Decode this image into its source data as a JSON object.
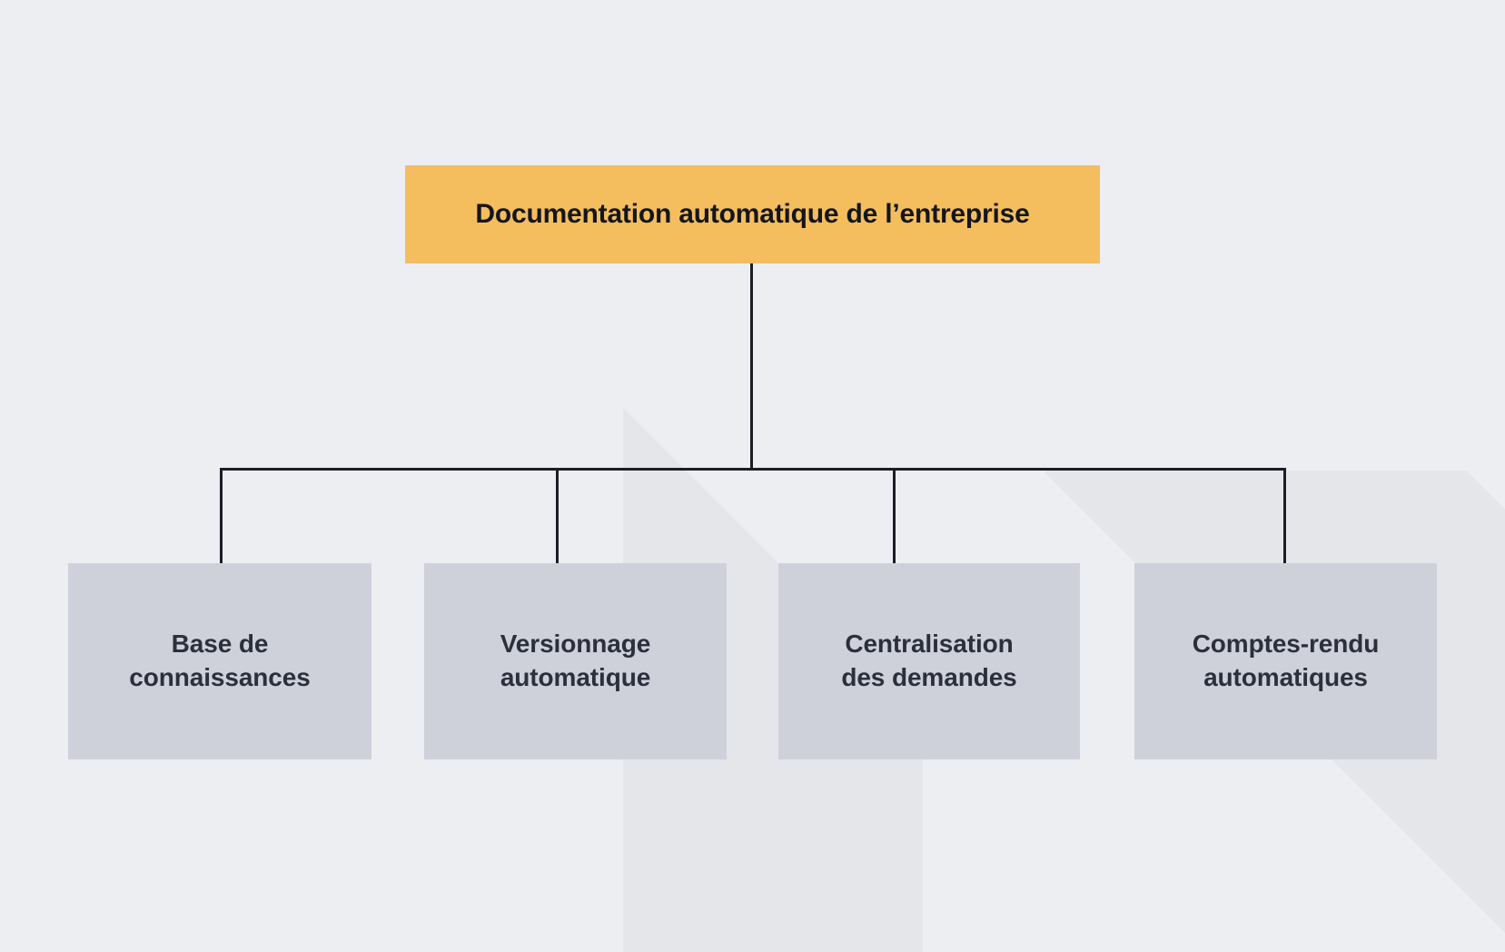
{
  "diagram": {
    "type": "org-chart",
    "title_visible": false,
    "colors": {
      "background": "#edeef2",
      "background_accent": "#e4e6ea",
      "root_fill": "#f4bd5e",
      "child_fill": "#ced1da",
      "connector": "#1b1e27",
      "root_text": "#14161c",
      "child_text": "#2b303c"
    },
    "root": {
      "label": "Documentation automatique de l’entreprise"
    },
    "children": [
      {
        "label": "Base de\nconnaissances"
      },
      {
        "label": "Versionnage\nautomatique"
      },
      {
        "label": "Centralisation\ndes demandes"
      },
      {
        "label": "Comptes-rendu\nautomatiques"
      }
    ]
  }
}
